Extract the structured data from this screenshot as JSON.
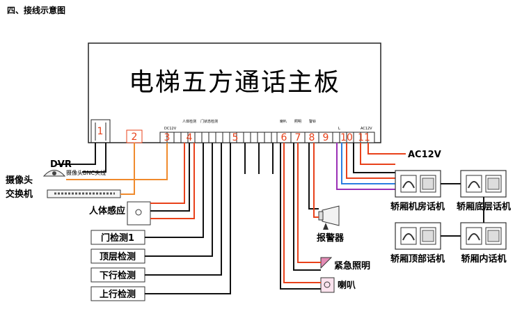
{
  "heading": "四、接线示意图",
  "board": {
    "title": "电梯五方通话主板"
  },
  "terminals": [
    {
      "num": "1",
      "label": ""
    },
    {
      "num": "2",
      "label": ""
    },
    {
      "num": "3",
      "label": "DC12V"
    },
    {
      "num": "4",
      "label": "人体检测"
    },
    {
      "num": "5",
      "label": "门状态检测"
    },
    {
      "num": "6",
      "label": "喇叭"
    },
    {
      "num": "7",
      "label": "照明"
    },
    {
      "num": "8",
      "label": "警铃"
    },
    {
      "num": "9",
      "label": ""
    },
    {
      "num": "10",
      "label": "L"
    },
    {
      "num": "11",
      "label": "AC12V"
    }
  ],
  "labels": {
    "dvr": "DVR",
    "camera": "摄像头",
    "bnc": "摄像头BNC头线",
    "switch": "交换机",
    "human_sensor": "人体感应",
    "door1": "门检测1",
    "top_floor": "顶层检测",
    "down": "下行检测",
    "up": "上行检测",
    "alarm": "报警器",
    "emergency_light": "紧急照明",
    "speaker": "喇叭",
    "ac12v": "AC12V",
    "phone_machine_room": "轿厢机房话机",
    "phone_bottom": "轿厢底层话机",
    "phone_top": "轿厢顶部话机",
    "phone_inside": "轿厢内话机"
  }
}
